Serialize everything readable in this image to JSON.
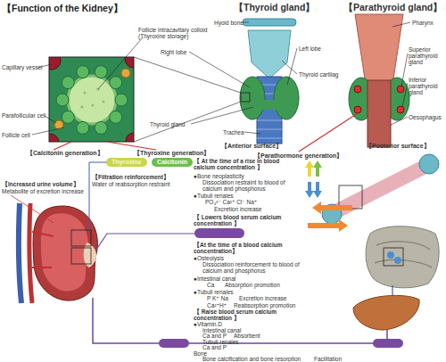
{
  "diagram": {
    "title": "【Function of the Kidney】",
    "nodes": [
      {
        "text": [
          "Thyroxine"
        ]
      },
      {
        "text": [
          "Calcitonin"
        ]
      }
    ],
    "labels": [
      "【Thyroid gland】",
      "【Parathyroid gland】",
      "Hyoid bone",
      "Pharynx",
      "Follicle intracavitary colloid (Thyroxine storage)",
      "Right lobe",
      "Left lobe",
      "Superior parathyroid gland",
      "Capillary vessel",
      "Thyroid cartilag",
      "Inferior parathyroid gland",
      "Trachea",
      "Oesophagus",
      "Parafollicular cell",
      "Thyroid gland",
      "Follicle cell",
      "【Anterior surface】",
      "【Posterior surface】",
      "【Calcitonin generation】",
      "【Thyroxine generation】",
      "【Parathormone generation】",
      "【 At the time of a rise in blood calcium concentration 】",
      "【Filtration reinforcement】",
      "Water of reabsorption restraint",
      "【Increased urine volume】",
      "Metabolite of excretion increase",
      "●Bone neoplasticity",
      "Dissociation restraint to blood of calcium and phosphorus",
      "●Tubuli renales",
      "PO₄³⁻ Ca²⁺ Cl⁻ Na⁺",
      "Excretion increase",
      "【 Lowers blood serum calcium concentration 】",
      "【At the time of a blood calcium concentration】",
      "●Osteolysis",
      "Dissociation reinforcement to blood of calcium and phosphorus",
      "●Intestinal canal",
      "Ca",
      "Absorption promotion",
      "●Tubuli renales",
      "P K⁺ Na",
      "Excretion increase",
      "Ca²⁺H⁺",
      "Reabsorption promotion",
      "【 Raise blood serum calcium concentration 】",
      "●Vitamin.D",
      "Intestinal canal",
      "Ca and P",
      "Absorbent",
      "Tubuli renales",
      "Ca and P",
      "Bone",
      "Bone calcification and bone resorption",
      "Facilitation"
    ]
  }
}
